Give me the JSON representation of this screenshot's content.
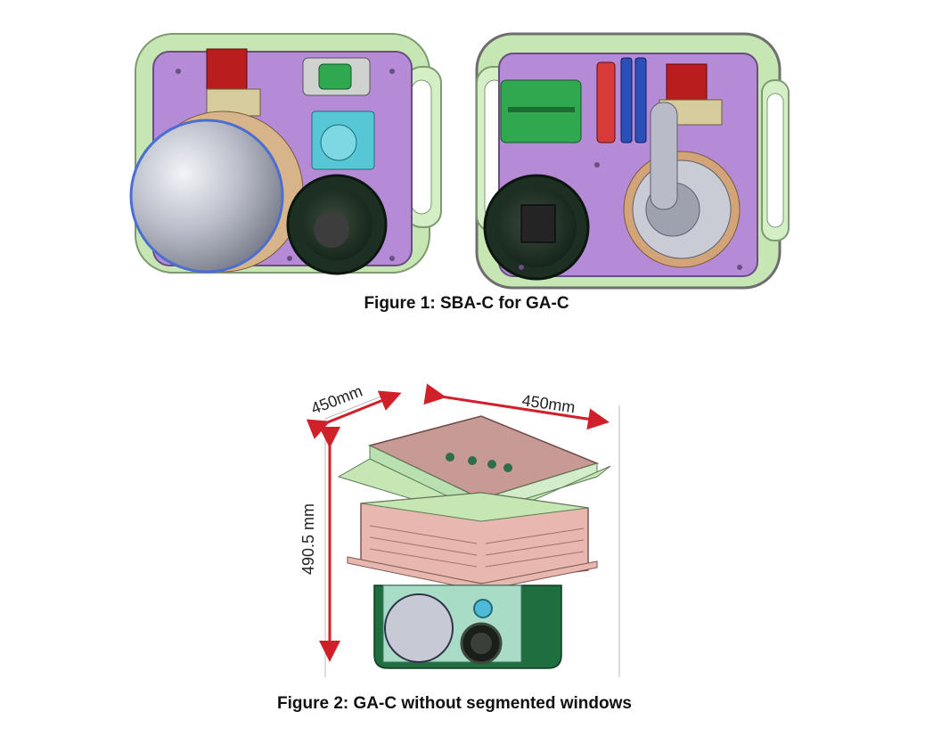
{
  "figure1": {
    "caption": "Figure 1: SBA-C for GA-C"
  },
  "figure2": {
    "caption": "Figure 2: GA-C without segmented windows",
    "dim_depth": "450mm",
    "dim_width": "450mm",
    "dim_height": "490.5 mm"
  },
  "colors": {
    "frame_green": "#c6e6b4",
    "panel_purple": "#b58ad6",
    "lid_pink": "#e7b7b0",
    "dim_red": "#d0202a"
  }
}
